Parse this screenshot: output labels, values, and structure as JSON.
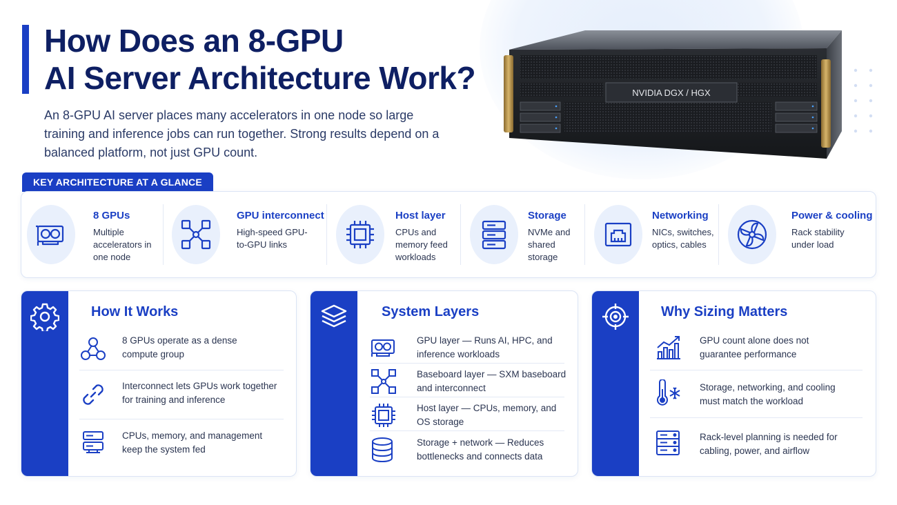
{
  "header": {
    "title_line1": "How Does an 8-GPU",
    "title_line2": "AI Server Architecture Work?",
    "subtitle": "An 8-GPU AI server places many accelerators in one node so large training and inference jobs can run together. Strong results depend on a balanced platform, not just GPU count."
  },
  "hero": {
    "server_label": "NVIDIA DGX / HGX"
  },
  "key_architecture": {
    "heading": "KEY ARCHITECTURE AT A GLANCE",
    "items": [
      {
        "icon": "gpu-card-icon",
        "title": "8 GPUs",
        "desc": "Multiple accelerators in one node"
      },
      {
        "icon": "interconnect-icon",
        "title": "GPU interconnect",
        "desc": "High-speed GPU-to-GPU links"
      },
      {
        "icon": "cpu-chip-icon",
        "title": "Host layer",
        "desc": "CPUs and memory feed workloads"
      },
      {
        "icon": "storage-icon",
        "title": "Storage",
        "desc": "NVMe and shared storage"
      },
      {
        "icon": "network-port-icon",
        "title": "Networking",
        "desc": "NICs, switches, optics, cables"
      },
      {
        "icon": "fan-icon",
        "title": "Power & cooling",
        "desc": "Rack stability under load"
      }
    ]
  },
  "cards": {
    "how_it_works": {
      "title": "How It Works",
      "icon": "gear-icon",
      "rows": [
        {
          "icon": "compute-group-icon",
          "text": "8 GPUs operate as a dense compute group"
        },
        {
          "icon": "link-icon",
          "text": "Interconnect lets GPUs work together for training and inference"
        },
        {
          "icon": "server-rack-icon",
          "text": "CPUs, memory, and management keep the system fed"
        }
      ]
    },
    "system_layers": {
      "title": "System Layers",
      "icon": "layers-icon",
      "rows": [
        {
          "icon": "gpu-card-icon",
          "text": "GPU layer — Runs AI, HPC, and inference workloads"
        },
        {
          "icon": "interconnect-icon",
          "text": "Baseboard layer — SXM baseboard and interconnect"
        },
        {
          "icon": "cpu-chip-icon",
          "text": "Host layer — CPUs, memory, and OS storage"
        },
        {
          "icon": "database-icon",
          "text": "Storage + network — Reduces bottlenecks and connects data"
        }
      ]
    },
    "why_sizing": {
      "title": "Why Sizing Matters",
      "icon": "target-icon",
      "rows": [
        {
          "icon": "growth-chart-icon",
          "text": "GPU count alone does not guarantee performance"
        },
        {
          "icon": "thermometer-icon",
          "text": "Storage, networking, and cooling must match the workload"
        },
        {
          "icon": "rack-icon",
          "text": "Rack-level planning is needed for cabling, power, and airflow"
        }
      ]
    }
  },
  "colors": {
    "accent": "#1a3fc4",
    "title": "#0e1f63",
    "icon_bg": "#e9f0fc"
  }
}
